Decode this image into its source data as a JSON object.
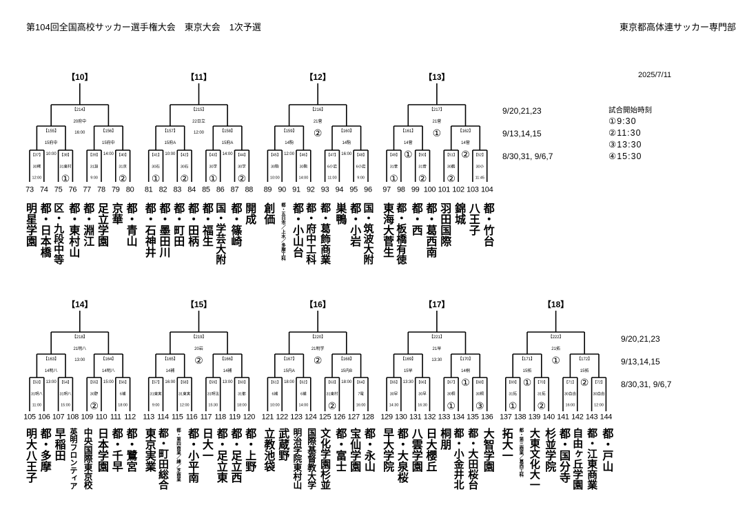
{
  "header": {
    "title": "第104回全国高校サッカー選手権大会　東京大会　1次予選",
    "organizer": "東京都高体連サッカー専門部",
    "date": "2025/7/11"
  },
  "round_dates": [
    {
      "final": "9/20,21,23",
      "semi": "9/13,14,15",
      "quarter": "8/30,31, 9/6,7"
    },
    {
      "final": "9/20,21,23",
      "semi": "9/13,14,15",
      "quarter": "8/30,31, 9/6,7"
    }
  ],
  "start_times": {
    "title": "試合開始時刻",
    "items": [
      "①9:30",
      "②11:30",
      "③13:30",
      "④15:30"
    ]
  },
  "blocks": [
    {
      "label": "【10】",
      "final": {
        "id": "【214】",
        "venue": "20府中",
        "time": "16:00"
      },
      "semis": [
        {
          "id": "【155】",
          "venue": "15府中",
          "time": "10:00"
        },
        {
          "id": "【156】",
          "venue": "15府中",
          "time": "14:00"
        }
      ],
      "quarters": [
        {
          "id": "【37】",
          "venue": "30稀",
          "time": "12:00"
        },
        {
          "id": "【38】",
          "venue": "31東村",
          "time": "①"
        },
        {
          "id": "【39】",
          "venue": "31淵",
          "time": "9:00"
        },
        {
          "id": "【40】",
          "venue": "31京",
          "time": "②"
        }
      ],
      "teams": [
        {
          "no": "73",
          "name": "明星学園"
        },
        {
          "no": "74",
          "name": "都・日本橋"
        },
        {
          "no": "75",
          "name": "区・九段中等"
        },
        {
          "no": "76",
          "name": "都・東村山"
        },
        {
          "no": "77",
          "name": "都・淵江"
        },
        {
          "no": "78",
          "name": "足立学園"
        },
        {
          "no": "79",
          "name": "京華"
        },
        {
          "no": "80",
          "name": "都・青山"
        }
      ]
    },
    {
      "label": "【11】",
      "final": {
        "id": "【215】",
        "venue": "22日立",
        "time": "12:00"
      },
      "semis": [
        {
          "id": "【157】",
          "venue": "15府A",
          "time": "10:00"
        },
        {
          "id": "【158】",
          "venue": "15府A",
          "time": "14:00"
        }
      ],
      "quarters": [
        {
          "id": "【41】",
          "venue": "30石",
          "time": "①"
        },
        {
          "id": "【42】",
          "venue": "30石",
          "time": "②"
        },
        {
          "id": "【43】",
          "venue": "30学",
          "time": "①"
        },
        {
          "id": "【44】",
          "venue": "30学",
          "time": "②"
        }
      ],
      "teams": [
        {
          "no": "81",
          "name": "都・石神井"
        },
        {
          "no": "82",
          "name": "都・墨田川"
        },
        {
          "no": "83",
          "name": "都・町田"
        },
        {
          "no": "84",
          "name": "都・田柄"
        },
        {
          "no": "85",
          "name": "都・福生"
        },
        {
          "no": "86",
          "name": "国・学芸大附"
        },
        {
          "no": "87",
          "name": "都・篠崎"
        },
        {
          "no": "88",
          "name": "開成"
        }
      ]
    },
    {
      "label": "【12】",
      "final": {
        "id": "【216】",
        "venue": "21菅",
        "time": "②"
      },
      "semis": [
        {
          "id": "【159】",
          "venue": "14駒",
          "time": "12:00"
        },
        {
          "id": "【160】",
          "venue": "14駒",
          "time": "16:00"
        }
      ],
      "quarters": [
        {
          "id": "【45】",
          "venue": "30駒",
          "time": "10:00"
        },
        {
          "id": "【46】",
          "venue": "30駒",
          "time": "14:00"
        },
        {
          "id": "【47】",
          "venue": "6小岩",
          "time": "11:00"
        },
        {
          "id": "【48】",
          "venue": "6小岩",
          "time": "9:00"
        }
      ],
      "teams": [
        {
          "no": "89",
          "name": "創価"
        },
        {
          "no": "90",
          "name": "都・五日市／上水／多摩工科"
        },
        {
          "no": "91",
          "name": "都・小山台"
        },
        {
          "no": "92",
          "name": "都・府中工科"
        },
        {
          "no": "93",
          "name": "都・葛飾商業"
        },
        {
          "no": "94",
          "name": "巣鴨"
        },
        {
          "no": "95",
          "name": "都・小岩"
        },
        {
          "no": "96",
          "name": "国・筑波大附"
        }
      ]
    },
    {
      "label": "【13】",
      "final": {
        "id": "【217】",
        "venue": "21菅",
        "time": "①"
      },
      "semis": [
        {
          "id": "【161】",
          "venue": "14菅",
          "time": "①"
        },
        {
          "id": "【162】",
          "venue": "14菅",
          "time": "②"
        }
      ],
      "quarters": [
        {
          "id": "【49】",
          "venue": "31菅",
          "time": "①"
        },
        {
          "id": "【50】",
          "venue": "31菅",
          "time": "②"
        },
        {
          "id": "【51】",
          "venue": "30鶴",
          "time": "②"
        },
        {
          "id": "【52】",
          "venue": "30小",
          "time": "11:45"
        }
      ],
      "teams": [
        {
          "no": "97",
          "name": "東海大菅生"
        },
        {
          "no": "98",
          "name": "都・板橋有徳"
        },
        {
          "no": "99",
          "name": "都・西"
        },
        {
          "no": "100",
          "name": "都・葛西南"
        },
        {
          "no": "101",
          "name": "羽田国際"
        },
        {
          "no": "102",
          "name": "錦城"
        },
        {
          "no": "103",
          "name": "八王子"
        },
        {
          "no": "104",
          "name": "都・竹台"
        }
      ]
    },
    {
      "label": "【14】",
      "final": {
        "id": "【218】",
        "venue": "21明八",
        "time": "13:00"
      },
      "semis": [
        {
          "id": "【163】",
          "venue": "14明八",
          "time": "13:00"
        },
        {
          "id": "【164】",
          "venue": "14明八",
          "time": "15:00"
        }
      ],
      "quarters": [
        {
          "id": "【53】",
          "venue": "31明八",
          "time": "11:00"
        },
        {
          "id": "【54】",
          "venue": "31明八",
          "time": "15:00"
        },
        {
          "id": "【55】",
          "venue": "30野",
          "time": "②"
        },
        {
          "id": "【56】",
          "venue": "6補",
          "time": "18:00"
        }
      ],
      "teams": [
        {
          "no": "105",
          "name": "明大八王子"
        },
        {
          "no": "106",
          "name": "都・多摩"
        },
        {
          "no": "107",
          "name": "早稲田"
        },
        {
          "no": "108",
          "name": "英明フロンティア"
        },
        {
          "no": "109",
          "name": "中央国際東京校"
        },
        {
          "no": "110",
          "name": "日本学園"
        },
        {
          "no": "111",
          "name": "都・千早"
        },
        {
          "no": "112",
          "name": "都・鷺宮"
        }
      ]
    },
    {
      "label": "【15】",
      "final": {
        "id": "【219】",
        "venue": "20岩",
        "time": "②"
      },
      "semis": [
        {
          "id": "【165】",
          "venue": "14補",
          "time": "16:00"
        },
        {
          "id": "【166】",
          "venue": "14補",
          "time": "13:00"
        }
      ],
      "quarters": [
        {
          "id": "【57】",
          "venue": "31東実",
          "time": "9:00"
        },
        {
          "id": "【58】",
          "venue": "31東実",
          "time": "12:00"
        },
        {
          "id": "【59】",
          "venue": "31明法",
          "time": "15:30"
        },
        {
          "id": "【60】",
          "venue": "31都",
          "time": "18:00"
        }
      ],
      "teams": [
        {
          "no": "113",
          "name": "東京実業"
        },
        {
          "no": "114",
          "name": "都・町田総合"
        },
        {
          "no": "115",
          "name": "都・第四商業／練／芝商業"
        },
        {
          "no": "116",
          "name": "都・小平南"
        },
        {
          "no": "117",
          "name": "日大一"
        },
        {
          "no": "118",
          "name": "都・足立東"
        },
        {
          "no": "119",
          "name": "都・足立西"
        },
        {
          "no": "120",
          "name": "都・上野"
        }
      ]
    },
    {
      "label": "【16】",
      "final": {
        "id": "【220】",
        "venue": "21明学",
        "time": "②"
      },
      "semis": [
        {
          "id": "【167】",
          "venue": "15内A",
          "time": "18:00"
        },
        {
          "id": "【168】",
          "venue": "15内B",
          "time": "18:00"
        }
      ],
      "quarters": [
        {
          "id": "【61】",
          "venue": "6補",
          "time": "10:00"
        },
        {
          "id": "【62】",
          "venue": "6補",
          "time": "14:00"
        },
        {
          "id": "【63】",
          "venue": "31東村",
          "time": "②"
        },
        {
          "id": "【64】",
          "venue": "7電",
          "time": "16:00"
        }
      ],
      "teams": [
        {
          "no": "121",
          "name": "立教池袋"
        },
        {
          "no": "122",
          "name": "武蔵野"
        },
        {
          "no": "123",
          "name": "明治学院東村山"
        },
        {
          "no": "124",
          "name": "国際基督教大学"
        },
        {
          "no": "125",
          "name": "文化学園杉並"
        },
        {
          "no": "126",
          "name": "都・富士"
        },
        {
          "no": "127",
          "name": "宝仙学園"
        },
        {
          "no": "128",
          "name": "都・永山"
        }
      ]
    },
    {
      "label": "【17】",
      "final": {
        "id": "【221】",
        "venue": "21早",
        "time": "13:30"
      },
      "semis": [
        {
          "id": "【169】",
          "venue": "15早",
          "time": "13:30"
        },
        {
          "id": "【170】",
          "venue": "14桐",
          "time": "①"
        }
      ],
      "quarters": [
        {
          "id": "【65】",
          "venue": "30早",
          "time": "14:30"
        },
        {
          "id": "【66】",
          "venue": "30早",
          "time": "16:30"
        },
        {
          "id": "【67】",
          "venue": "30桐",
          "time": "①"
        },
        {
          "id": "【68】",
          "venue": "30桐",
          "time": "③"
        }
      ],
      "teams": [
        {
          "no": "129",
          "name": "早大学院"
        },
        {
          "no": "130",
          "name": "都・大泉桜"
        },
        {
          "no": "131",
          "name": "八雲学園"
        },
        {
          "no": "132",
          "name": "日大櫻丘"
        },
        {
          "no": "133",
          "name": "桐朋"
        },
        {
          "no": "134",
          "name": "都・小金井北"
        },
        {
          "no": "135",
          "name": "都・大田桜台"
        },
        {
          "no": "136",
          "name": "大智学園"
        }
      ]
    },
    {
      "label": "【18】",
      "final": {
        "id": "【222】",
        "venue": "21拓",
        "time": "①"
      },
      "semis": [
        {
          "id": "【171】",
          "venue": "15拓",
          "time": "①"
        },
        {
          "id": "【172】",
          "venue": "15拓",
          "time": "②"
        }
      ],
      "quarters": [
        {
          "id": "【69】",
          "venue": "31拓",
          "time": "①"
        },
        {
          "id": "【70】",
          "venue": "31拓",
          "time": "②"
        },
        {
          "id": "【71】",
          "venue": "30自由",
          "time": "16:00"
        },
        {
          "id": "【72】",
          "venue": "30自由",
          "time": "12:00"
        }
      ],
      "teams": [
        {
          "no": "137",
          "name": "拓大一"
        },
        {
          "no": "138",
          "name": "都・第三商業／葛西工科"
        },
        {
          "no": "139",
          "name": "大東文化大一"
        },
        {
          "no": "140",
          "name": "杉並学院"
        },
        {
          "no": "141",
          "name": "都・国分寺"
        },
        {
          "no": "142",
          "name": "自由ヶ丘学園"
        },
        {
          "no": "143",
          "name": "都・江東商業"
        },
        {
          "no": "144",
          "name": "都・戸山"
        }
      ]
    }
  ]
}
